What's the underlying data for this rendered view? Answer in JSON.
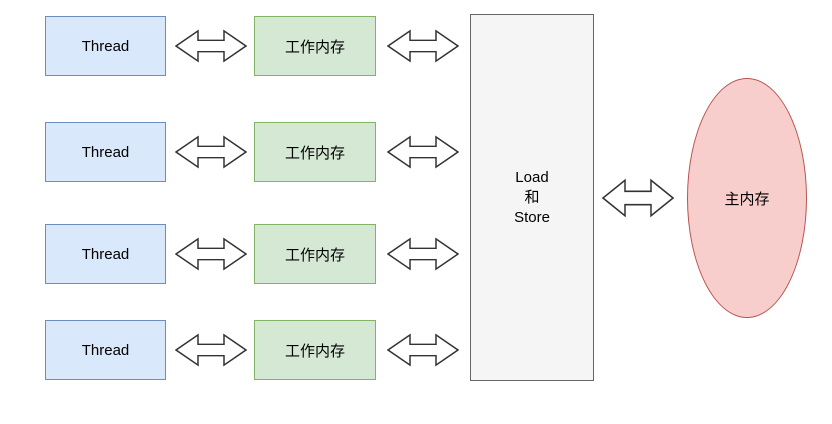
{
  "diagram": {
    "rows": [
      {
        "thread": "Thread",
        "working_memory": "工作内存"
      },
      {
        "thread": "Thread",
        "working_memory": "工作内存"
      },
      {
        "thread": "Thread",
        "working_memory": "工作内存"
      },
      {
        "thread": "Thread",
        "working_memory": "工作内存"
      }
    ],
    "load_store": "Load\n和\nStore",
    "main_memory": "主内存"
  },
  "colors": {
    "thread_fill": "#dae8fc",
    "thread_stroke": "#6c8ebf",
    "wm_fill": "#d5e8d4",
    "wm_stroke": "#82b366",
    "loadstore_fill": "#f5f5f5",
    "loadstore_stroke": "#666666",
    "main_fill": "#f8cecc",
    "main_stroke": "#b85450",
    "arrow_stroke": "#333333",
    "arrow_fill": "#ffffff"
  }
}
